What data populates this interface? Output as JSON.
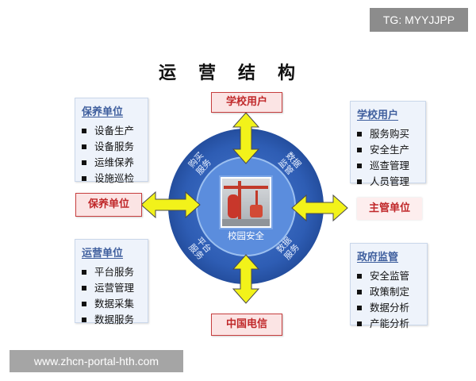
{
  "badge": {
    "text": "TG: MYYJJPP"
  },
  "title": "运营结构",
  "top_box": "学校用户",
  "left_box": "保养单位",
  "right_box": "主管单位",
  "bottom_box": "中国电信",
  "center_label": "校园安全",
  "ring_labels": {
    "top_left": [
      "购买",
      "服务"
    ],
    "top_right": [
      "数据",
      "监管"
    ],
    "bottom_left": [
      "平台",
      "服务"
    ],
    "bottom_right": [
      "数据",
      "服务"
    ]
  },
  "panels": {
    "top_left": {
      "title": "保养单位",
      "items": [
        "设备生产",
        "设备服务",
        "运维保养",
        "设施巡检"
      ]
    },
    "top_right": {
      "title": "学校用户",
      "items": [
        "服务购买",
        "安全生产",
        "巡查管理",
        "人员管理"
      ]
    },
    "bottom_left": {
      "title": "运营单位",
      "items": [
        "平台服务",
        "运营管理",
        "数据采集",
        "数据服务"
      ]
    },
    "bottom_right": {
      "title": "政府监管",
      "items": [
        "安全监管",
        "政策制定",
        "数据分析",
        "产能分析"
      ]
    }
  },
  "watermark": "www.zhcn-portal-hth.com",
  "colors": {
    "ring": "#2e5db4",
    "arrow_fill": "#f2f21a",
    "label_text": "#c0282a",
    "panel_title": "#3f5f9e"
  }
}
